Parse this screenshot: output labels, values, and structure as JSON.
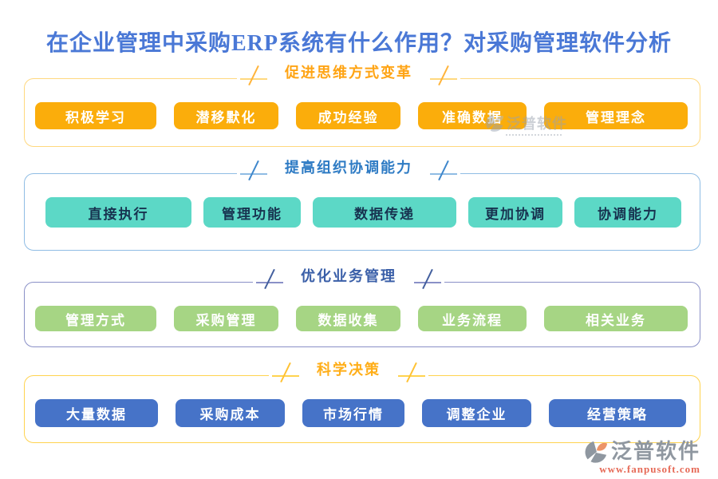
{
  "page": {
    "title": "在企业管理中采购ERP系统有什么作用？对采购管理软件分析",
    "title_color": "#4A78D6",
    "background": "#FFFFFF"
  },
  "sections": [
    {
      "title": "促进思维方式变革",
      "colors": {
        "border": "#FFD87E",
        "accent": "#FFA414",
        "button_bg": "#FBAD0B",
        "button_fg": "#FFFFFF"
      },
      "buttons": [
        "积极学习",
        "潜移默化",
        "成功经验",
        "准确数据",
        "管理理念"
      ]
    },
    {
      "title": "提高组织协调能力",
      "colors": {
        "border": "#8FBCE4",
        "accent": "#2E7BC4",
        "button_bg": "#5CD8C6",
        "button_fg": "#17324F"
      },
      "buttons": [
        "直接执行",
        "管理功能",
        "数据传递",
        "更加协调",
        "协调能力"
      ]
    },
    {
      "title": "优化业务管理",
      "colors": {
        "border": "#8A90C7",
        "accent": "#3A5FA8",
        "button_bg": "#A6D584",
        "button_fg": "#FFFFFF"
      },
      "buttons": [
        "管理方式",
        "采购管理",
        "数据收集",
        "业务流程",
        "相关业务"
      ]
    },
    {
      "title": "科学决策",
      "colors": {
        "border": "#FFD34F",
        "accent": "#FFAE18",
        "button_bg": "#4673C8",
        "button_fg": "#FFFFFF"
      },
      "buttons": [
        "大量数据",
        "采购成本",
        "市场行情",
        "调整企业",
        "经营策略"
      ]
    }
  ],
  "watermark": {
    "text": "泛普软件"
  },
  "logo": {
    "name": "泛普软件",
    "url": "www.fanpusoft.com"
  }
}
